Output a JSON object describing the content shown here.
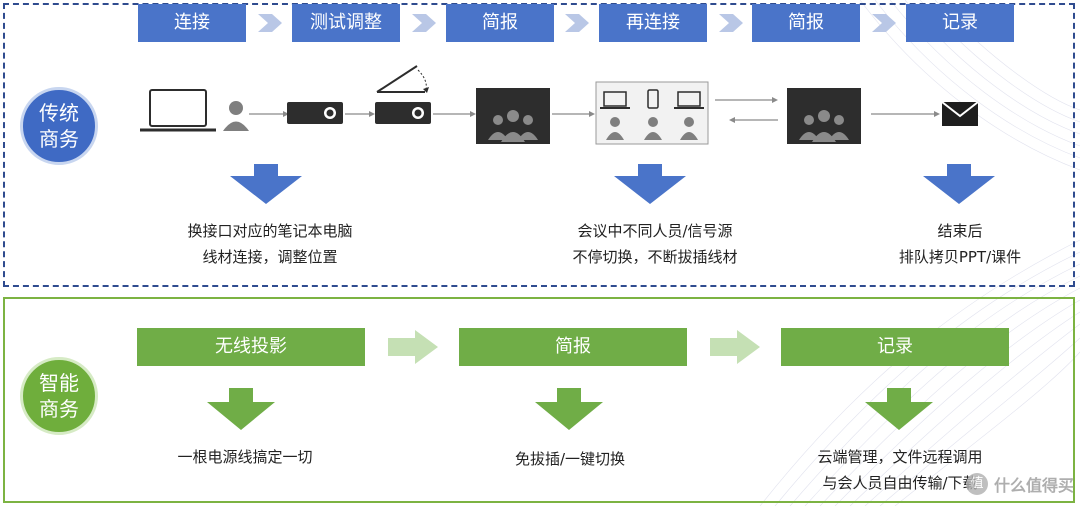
{
  "traditional": {
    "label": "传统\n商务",
    "steps": [
      "连接",
      "测试调整",
      "简报",
      "再连接",
      "简报",
      "记录"
    ],
    "captions": [
      [
        "换接口对应的笔记本电脑",
        "线材连接，调整位置"
      ],
      [
        "会议中不同人员/信号源",
        "不停切换，不断拔插线材"
      ],
      [
        "结束后",
        "排队拷贝PPT/课件"
      ]
    ]
  },
  "smart": {
    "label": "智能\n商务",
    "steps": [
      "无线投影",
      "简报",
      "记录"
    ],
    "captions": [
      [
        "一根电源线搞定一切"
      ],
      [
        "免拔插/一键切换"
      ],
      [
        "云端管理，文件远程调用",
        "与会人员自由传输/下载"
      ]
    ]
  },
  "watermark": "值 什么值得买",
  "colors": {
    "blue": "#4a74c9",
    "green": "#70ad47",
    "dark": "#2d2d2d",
    "arrow_light_blue": "#b9c7e6",
    "arrow_light_green": "#c5e0b4"
  },
  "icons": [
    "laptop-icon",
    "person-icon",
    "projector-icon",
    "projector-adjust-icon",
    "meeting-screen-icon",
    "multi-source-icon",
    "meeting-screen-icon",
    "envelope-icon"
  ]
}
